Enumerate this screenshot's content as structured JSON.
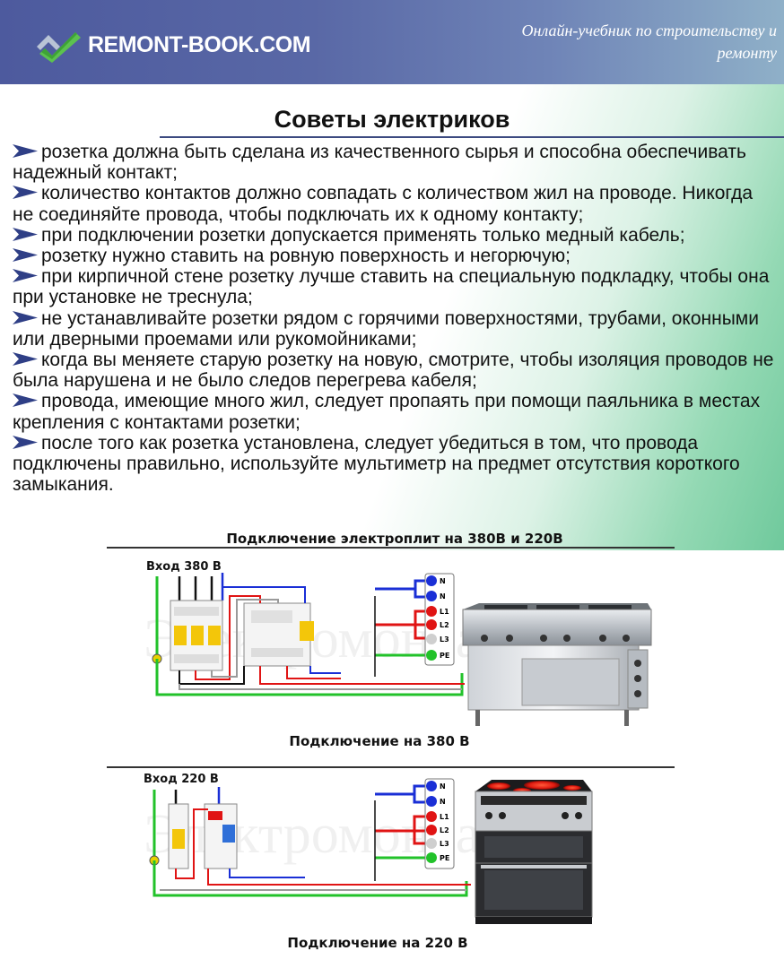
{
  "header": {
    "logo_text": "REMONT-BOOK.COM",
    "tagline_line1": "Онлайн-учебник по строительству и",
    "tagline_line2": "ремонту"
  },
  "title": "Советы электриков",
  "tips": [
    "розетка должна быть сделана из качественного сырья и способна обеспечивать надежный контакт;",
    "количество контактов должно совпадать с количеством жил на проводе. Никогда не соединяйте провода, чтобы подключать их к одному контакту;",
    "при подключении розетки допускается применять только медный кабель;",
    "розетку нужно ставить на ровную поверхность и негорючую;",
    "при кирпичной стене розетку лучше ставить на специальную подкладку, чтобы она при установке не треснула;",
    "не устанавливайте розетки рядом с горячими поверхностями, трубами, оконными или дверными проемами или рукомойниками;",
    "когда вы меняете старую розетку на новую, смотрите, чтобы изоляция проводов не была нарушена и не было следов перегрева кабеля;",
    "провода, имеющие много жил, следует пропаять при помощи паяльника в местах крепления с контактами розетки;",
    "после того как розетка установлена, следует убедиться в том, что провода подключены правильно, используйте мультиметр на предмет отсутствия короткого замыкания."
  ],
  "diagram": {
    "title": "Подключение электроплит на 380В и 220В",
    "watermark": "Электромонтаж.ру",
    "section380": {
      "input_label": "Вход 380 В",
      "caption": "Подключение на 380 В",
      "terminals": [
        "N",
        "N",
        "L1",
        "L2",
        "L3",
        "PE"
      ]
    },
    "section220": {
      "input_label": "Вход 220 В",
      "caption": "Подключение на 220 В",
      "terminals": [
        "N",
        "N",
        "L1",
        "L2",
        "L3",
        "PE"
      ]
    }
  },
  "colors": {
    "header": "#4d5a9e",
    "arrow": "#2f3f86",
    "wire_blue": "#1a2fd6",
    "wire_red": "#e01414",
    "wire_green": "#22c22a",
    "wire_gray": "#9a9a9a",
    "wire_black": "#111111"
  }
}
